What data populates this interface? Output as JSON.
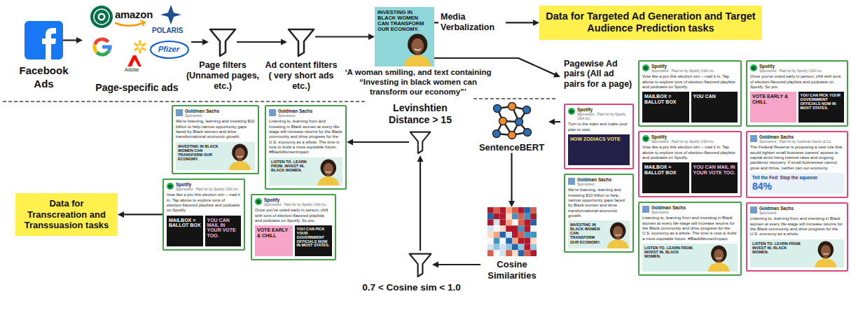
{
  "diagram": {
    "nodes": [
      {
        "text": [
          "Facebook Ads"
        ]
      },
      {
        "text": [
          "amazon",
          "POLARIS",
          "Pfizer",
          "Adobe",
          "Page-specific ads"
        ]
      },
      {
        "text": [
          "Page filters (Unnamed pages, etc.)"
        ]
      },
      {
        "text": [
          "Ad content filters ( very short ads etc.)"
        ]
      },
      {
        "text": [
          "INVESTING IN BLACK WOMEN CAN TRANSFORM OUR ECONOMY."
        ]
      },
      {
        "text": [
          "Data for Targeted Ad Generation and Target Audience Prediction tasks"
        ]
      },
      {
        "text": [
          "Pagewise Ad pairs (All ad pairs for a page)"
        ]
      },
      {
        "text": [
          "Spotify",
          "Sponsored · Paid for by Spotify USA Inc.",
          "Vote like a pro this election szn – mail it in. Tap above to explore tons of election-flavored playlists and podcasts on Spotify.",
          "MAILBOX = BALLOT BOX",
          "YOU CAN"
        ],
        "in": 6
      },
      {
        "text": [
          "Spotify",
          "Sponsored · Paid for by Spotify USA Inc.",
          "Once you've voted early in person, chill with tons of election-flavored playlists and podcasts on Spotify. So pro.",
          "VOTE EARLY & CHILL",
          "YOU CAN PICK YOUR GOVERNMENT OFFICIALS NOW IN MOST STATES."
        ],
        "in": 6
      },
      {
        "text": [
          "Spotify",
          "Sponsored · Paid for by Spotify USA Inc.",
          "Turn to the stars and make your plan to vote.",
          "HOW ZODIACS VOTE"
        ],
        "in": 6
      },
      {
        "text": [
          "Spotify",
          "Sponsored · Paid for by Spotify USA Inc.",
          "Vote like a pro this election szn – mail it in. Tap above to explore tons of election-flavored playlists and podcasts on Spotify.",
          "MAILBOX = BALLOT BOX",
          "YOU CAN MAIL IN YOUR VOTE TOO."
        ],
        "in": 6
      },
      {
        "text": [
          "Goldman Sachs",
          "Sponsored",
          "We're listening, learning and investing $10 billion to help narrow opportunity gaps faced by Black women and drive transformational economic growth.",
          "INVESTING IN BLACK WOMEN CAN TRANSFORM OUR ECONOMY."
        ],
        "in": 6
      },
      {
        "text": [
          "Goldman Sachs",
          "Sponsored",
          "Listening to, learning from and investing in Black women at every life-stage will increase returns for the Black community and drive progress for the U.S. economy as a whole. The time is now to build a more equitable future. #BlackWomenImpact",
          "LISTEN TO. LEARN FROM. INVEST IN. BLACK WOMEN."
        ],
        "in": 6
      },
      {
        "text": [
          "Goldman Sachs",
          "Sponsored · Paid for by Goldman Sachs & Co.",
          "The Federal Reserve is proposing a new rule that would tighten small business owners' access to capital amid rising interest rates and ongoing pandemic recovery. If small businesses cannot grow and thrive, neither can our economy.",
          "Tell the Fed: Stop the squeeze",
          "84%"
        ],
        "in": 6
      },
      {
        "text": [
          "Goldman Sachs",
          "Sponsored",
          "Listening to, learning from and investing in Black women at every life-stage will increase returns for the Black community and drive progress for the U.S. economy as a whole.",
          "LISTEN TO. LEARN FROM. INVEST IN. BLACK WOMEN."
        ],
        "in": 6
      },
      {
        "text": [
          "SentenceBERT"
        ]
      },
      {
        "text": [
          "Cosine Similarities"
        ]
      },
      {
        "text": [
          "0.7 < Cosine sim < 1.0"
        ]
      },
      {
        "text": [
          "Levinshtien Distance > 15"
        ]
      },
      {
        "text": [
          "Goldman Sachs",
          "Sponsored",
          "We're listening, learning and investing $10 billion to help narrow opportunity gaps faced by Black women and drive transformational economic growth.",
          "INVESTING IN BLACK WOMEN CAN TRANSFORM OUR ECONOMY."
        ]
      },
      {
        "text": [
          "Goldman Sachs",
          "Sponsored",
          "Listening to, learning from and investing in Black women at every life-stage will increase returns for the Black community and drive progress for the U.S. economy as a whole. The time is now to build a more equitable future. #BlackWomenImpact",
          "LISTEN TO. LEARN FROM. INVEST IN. BLACK WOMEN."
        ]
      },
      {
        "text": [
          "Spotify",
          "Sponsored · Paid for by Spotify USA Inc.",
          "Vote like a pro this election szn – mail it in. Tap above to explore tons of election-flavored playlists and podcasts on Spotify.",
          "MAILBOX = BALLOT BOX",
          "YOU CAN MAIL IN YOUR VOTE TOO."
        ]
      },
      {
        "text": [
          "Spotify",
          "Sponsored · Paid for by Spotify USA Inc.",
          "Once you've voted early in person, chill with tons of election-flavored playlists and podcasts on Spotify. So pro.",
          "VOTE EARLY & CHILL",
          "YOU CAN PICK YOUR GOVERNMENT OFFICIALS NOW IN MOST STATES."
        ]
      },
      {
        "text": [
          "Data for Transcreation and Transsuasion tasks"
        ]
      }
    ],
    "edges": [
      {
        "from": 0,
        "to": 1,
        "arrow": "to"
      },
      {
        "from": 1,
        "to": 2,
        "arrow": "to"
      },
      {
        "from": 2,
        "to": 3,
        "arrow": "to"
      },
      {
        "from": 3,
        "to": 4,
        "arrow": "to"
      },
      {
        "from": 4,
        "to": 5,
        "label": "Media Verbalization",
        "arrow": "to"
      },
      {
        "from": 4,
        "to": 6,
        "arrow": "to"
      },
      {
        "from": 6,
        "to": 15,
        "arrow": "to"
      },
      {
        "from": 15,
        "to": 16,
        "arrow": "to"
      },
      {
        "from": 16,
        "to": 17,
        "arrow": "to"
      },
      {
        "from": 17,
        "to": 18,
        "arrow": "to"
      },
      {
        "from": 18,
        "to": 20,
        "arrow": "to"
      },
      {
        "from": 21,
        "to": 23,
        "arrow": "to"
      }
    ],
    "labels": [
      "‘A woman smiling, and text containing “Investing in black women can transform our economy”’"
    ]
  }
}
